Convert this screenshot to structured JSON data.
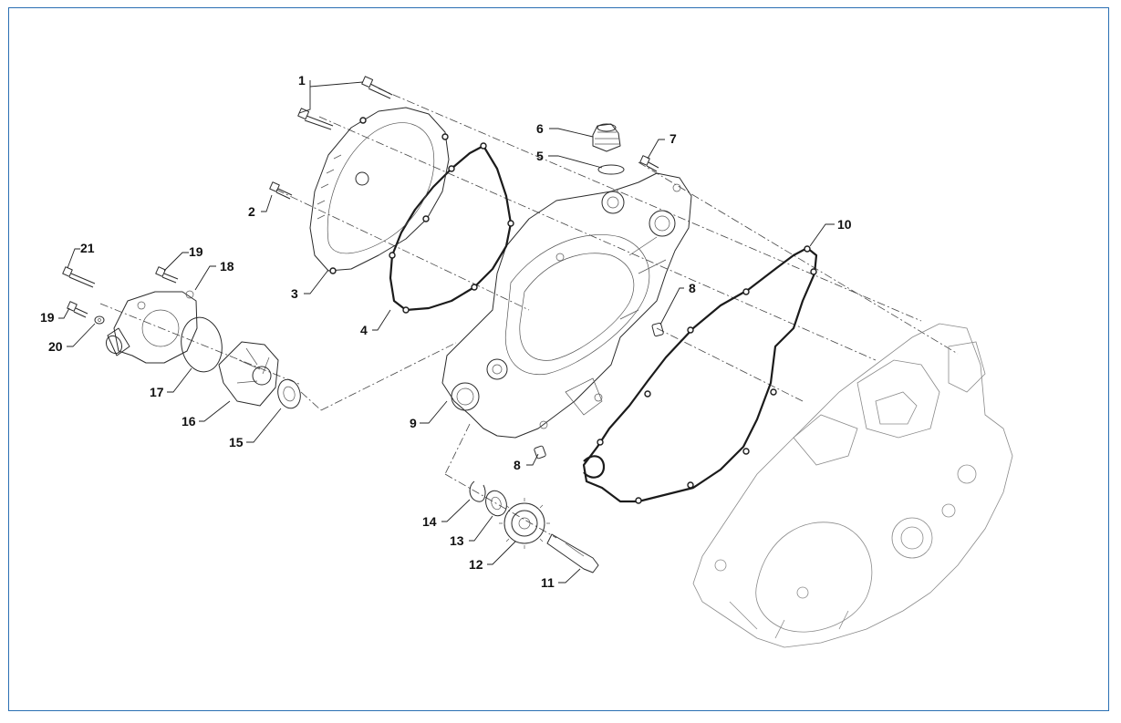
{
  "diagram": {
    "type": "exploded-parts-view",
    "colors": {
      "frame_border": "#2a6fb3",
      "lines": "#222222",
      "background": "#ffffff"
    },
    "callouts": [
      "1",
      "2",
      "3",
      "4",
      "5",
      "6",
      "7",
      "8",
      "8",
      "9",
      "10",
      "11",
      "12",
      "13",
      "14",
      "15",
      "16",
      "17",
      "18",
      "19",
      "19",
      "20",
      "21"
    ]
  }
}
